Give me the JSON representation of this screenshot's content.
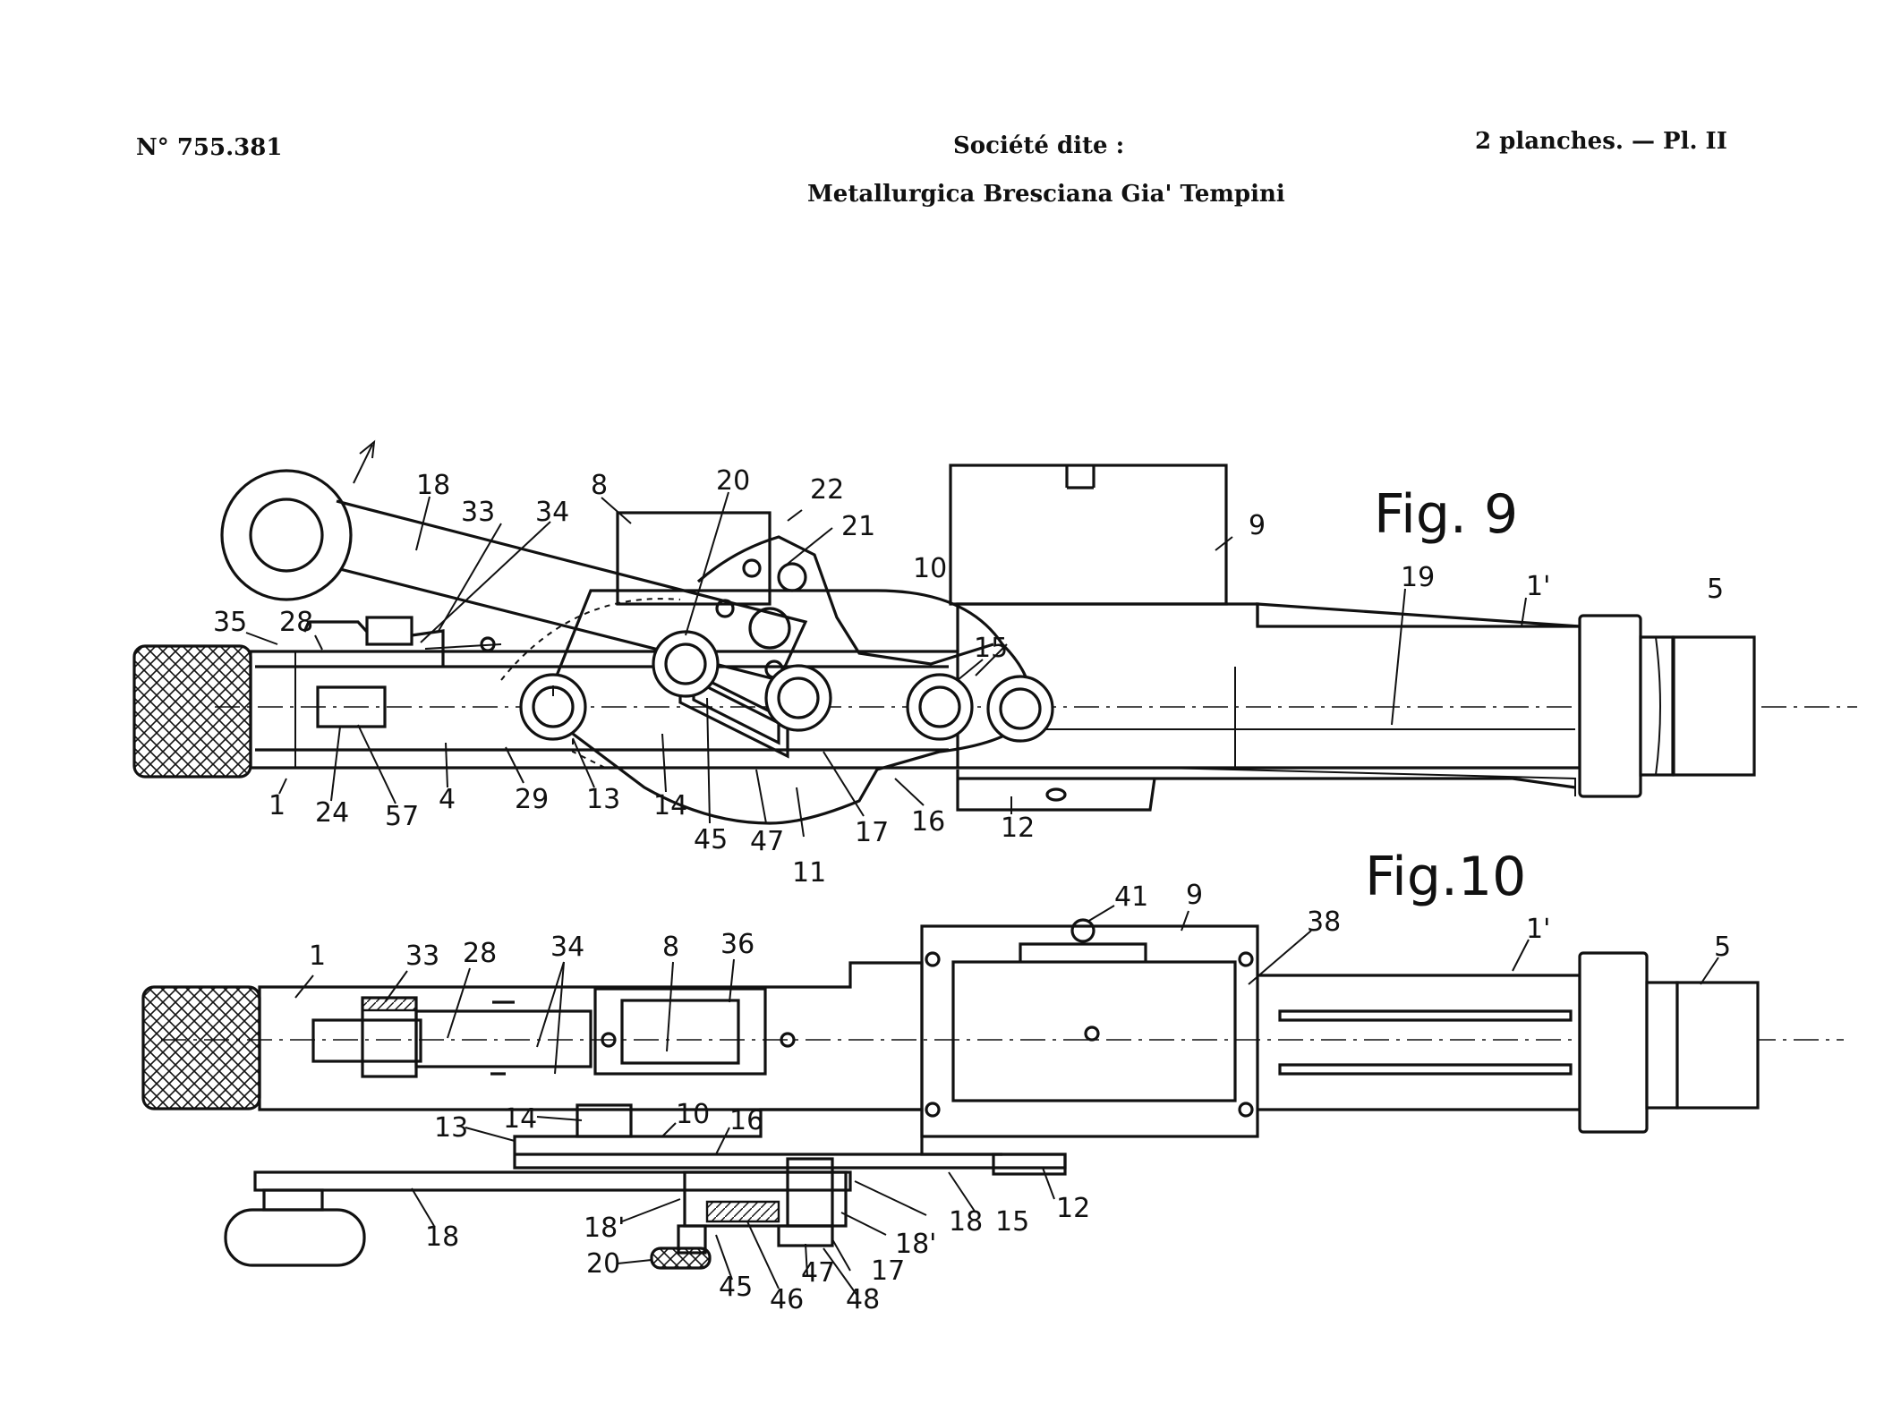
{
  "header": {
    "number": "N° 755.381",
    "company_prefix": "Société dite :",
    "plates": "2 planches. — Pl. II",
    "company": "Metallurgica Bresciana Gia' Tempini"
  },
  "figures": {
    "fig9": {
      "title": "Fig. 9",
      "labels": [
        "18",
        "33",
        "34",
        "8",
        "20",
        "22",
        "21",
        "10",
        "9",
        "19",
        "1'",
        "5",
        "35",
        "28",
        "15",
        "1",
        "24",
        "57",
        "4",
        "29",
        "13",
        "14",
        "45",
        "47",
        "11",
        "17",
        "16",
        "12"
      ]
    },
    "fig10": {
      "title": "Fig.10",
      "labels": [
        "1",
        "33",
        "28",
        "34",
        "8",
        "36",
        "41",
        "9",
        "38",
        "1'",
        "5",
        "13",
        "14",
        "10",
        "16",
        "18",
        "18'",
        "18",
        "18'",
        "15",
        "12",
        "20",
        "45",
        "46",
        "47",
        "17",
        "48"
      ]
    }
  }
}
